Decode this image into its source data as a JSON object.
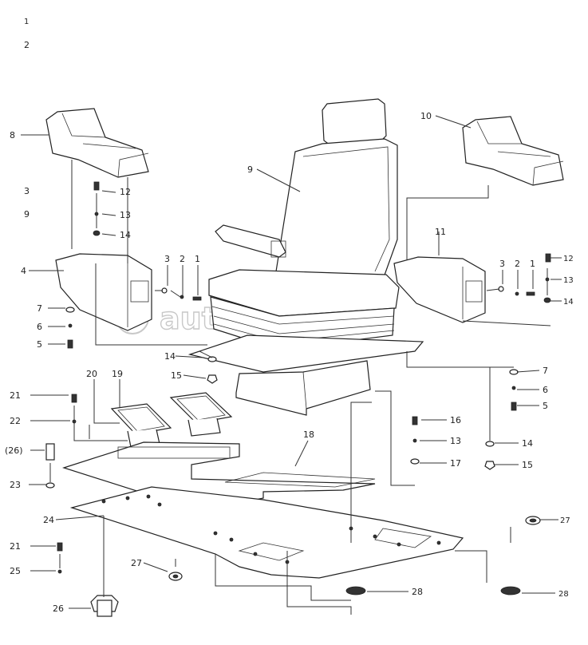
{
  "header": {
    "line1": "1",
    "line2": "2"
  },
  "legend": {
    "line1": "3",
    "line2": "9"
  },
  "watermark": "autopiter.ru",
  "callouts": [
    {
      "id": "c8",
      "label": "8"
    },
    {
      "id": "c10",
      "label": "10"
    },
    {
      "id": "c9",
      "label": "9"
    },
    {
      "id": "c12l",
      "label": "12"
    },
    {
      "id": "c13l",
      "label": "13"
    },
    {
      "id": "c14l",
      "label": "14"
    },
    {
      "id": "c4",
      "label": "4"
    },
    {
      "id": "c3l",
      "label": "3"
    },
    {
      "id": "c2l",
      "label": "2"
    },
    {
      "id": "c1l",
      "label": "1"
    },
    {
      "id": "c7l",
      "label": "7"
    },
    {
      "id": "c6l",
      "label": "6"
    },
    {
      "id": "c5l",
      "label": "5"
    },
    {
      "id": "c11",
      "label": "11"
    },
    {
      "id": "c3r",
      "label": "3"
    },
    {
      "id": "c2r",
      "label": "2"
    },
    {
      "id": "c1r",
      "label": "1"
    },
    {
      "id": "c12r",
      "label": "12"
    },
    {
      "id": "c13r",
      "label": "13"
    },
    {
      "id": "c14r",
      "label": "14"
    },
    {
      "id": "c14m",
      "label": "14"
    },
    {
      "id": "c15m",
      "label": "15"
    },
    {
      "id": "c7r",
      "label": "7"
    },
    {
      "id": "c6r",
      "label": "6"
    },
    {
      "id": "c5r",
      "label": "5"
    },
    {
      "id": "c20",
      "label": "20"
    },
    {
      "id": "c19",
      "label": "19"
    },
    {
      "id": "c21a",
      "label": "21"
    },
    {
      "id": "c22",
      "label": "22"
    },
    {
      "id": "c26a",
      "label": "(26)"
    },
    {
      "id": "c23",
      "label": "23"
    },
    {
      "id": "c18",
      "label": "18"
    },
    {
      "id": "c16",
      "label": "16"
    },
    {
      "id": "c13m",
      "label": "13"
    },
    {
      "id": "c17",
      "label": "17"
    },
    {
      "id": "c14b",
      "label": "14"
    },
    {
      "id": "c15b",
      "label": "15"
    },
    {
      "id": "c24",
      "label": "24"
    },
    {
      "id": "c21b",
      "label": "21"
    },
    {
      "id": "c25",
      "label": "25"
    },
    {
      "id": "c27a",
      "label": "27"
    },
    {
      "id": "c27b",
      "label": "27"
    },
    {
      "id": "c26b",
      "label": "26"
    },
    {
      "id": "c28a",
      "label": "28"
    },
    {
      "id": "c28b",
      "label": "28"
    }
  ]
}
